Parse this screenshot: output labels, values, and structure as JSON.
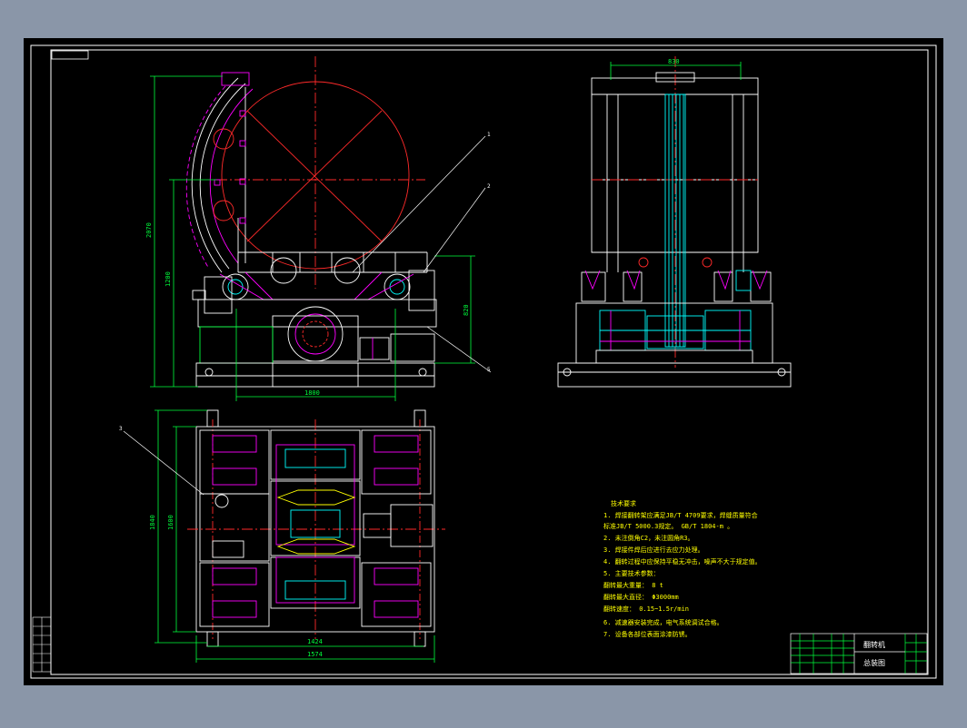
{
  "colors": {
    "background": "#8a96a8",
    "paper": "#000000",
    "frame": "#ffffff",
    "geometry": "#ffffff",
    "centerline": "#ff2a2a",
    "dimension": "#00ff3c",
    "hidden": "#ff00ff",
    "detail": "#00ffff",
    "annotation": "#ffff00"
  },
  "dimensions": {
    "front_width": "1800",
    "front_height_outer": "2070",
    "front_height_inner": "1200",
    "front_height_right": "820",
    "side_width": "830",
    "plan_inner_width": "1424",
    "plan_outer_width": "1574",
    "plan_height_outer": "1840",
    "plan_height_inner": "1600"
  },
  "leaders": [
    "1",
    "2",
    "3",
    "5"
  ],
  "notes": {
    "heading": "技术要求",
    "lines": [
      "1. 焊接翻转架应满足JB/T 4709要求，焊缝质量符合",
      "   标准JB/T 5000.3规定。 GB/T 1804-m 。",
      "2. 未注倒角C2，未注圆角R3。",
      "3. 焊接件焊后应进行去应力处理。",
      "4. 翻转过程中应保持平稳无冲击，噪声不大于规定值。",
      "5. 主要技术参数：",
      "   翻转最大重量： 8 t",
      "   翻转最大直径： Φ3000mm",
      "   翻转速度：   0.15~1.5r/min",
      "6. 减速器安装完成，电气系统调试合格。",
      "7. 设备各部位表面涂漆防锈。"
    ]
  },
  "title_block": {
    "title": "翻转机",
    "subtitle": "总装图"
  }
}
